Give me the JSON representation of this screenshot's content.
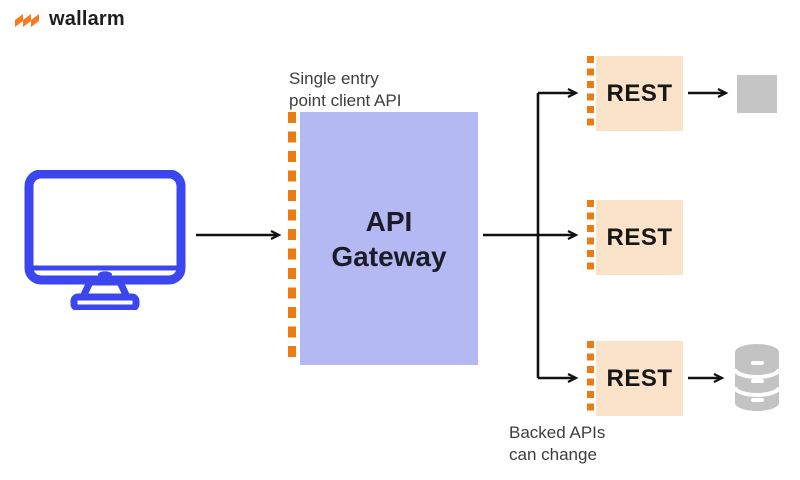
{
  "header": {
    "logo_text": "wallarm"
  },
  "colors": {
    "logo_orange": "#f97b1d",
    "dash_orange": "#ee7a12",
    "gateway_fill": "#b4b9f3",
    "rest_fill": "#fae3c8",
    "monitor_blue": "#3b46ee",
    "service_gray": "#c5c5c5",
    "database_gray": "#c3c3c3",
    "connector_black": "#111111",
    "text_dark": "#3d3d3d"
  },
  "icons": {
    "logo": "wallarm-zigzag-icon",
    "client": "monitor-icon",
    "backend_top": "service-square",
    "backend_bottom": "database-icon"
  },
  "diagram": {
    "gateway": {
      "label_lines": [
        "API",
        "Gateway"
      ],
      "annotation_lines": [
        "Single entry",
        "point client API"
      ]
    },
    "rest_services": [
      {
        "label": "REST"
      },
      {
        "label": "REST"
      },
      {
        "label": "REST"
      }
    ],
    "backend_note_lines": [
      "Backed APIs",
      "can change"
    ]
  }
}
